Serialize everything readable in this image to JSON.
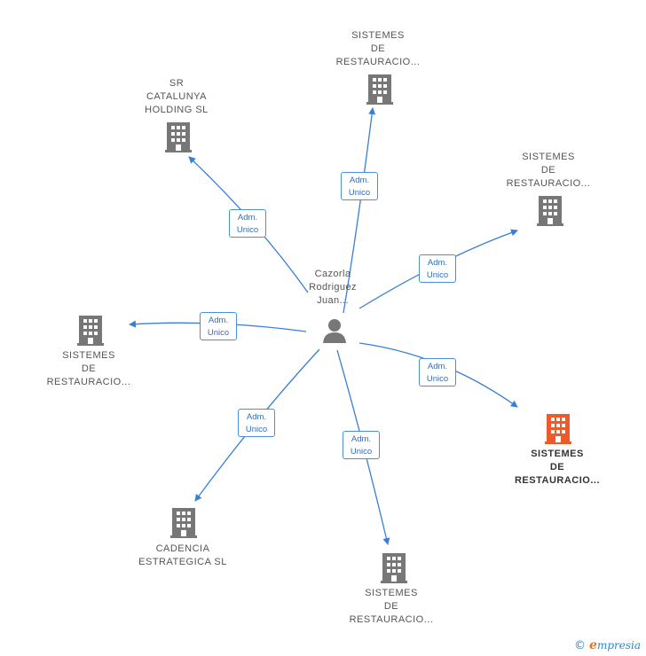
{
  "center": {
    "name": "Cazorla\nRodriguez\nJuan..."
  },
  "nodes": [
    {
      "id": "n1",
      "label": "SISTEMES\nDE\nRESTAURACIO...",
      "highlight": false
    },
    {
      "id": "n2",
      "label": "SR\nCATALUNYA\nHOLDING  SL",
      "highlight": false
    },
    {
      "id": "n3",
      "label": "SISTEMES\nDE\nRESTAURACIO...",
      "highlight": false
    },
    {
      "id": "n4",
      "label": "SISTEMES\nDE\nRESTAURACIO...",
      "highlight": false
    },
    {
      "id": "n5",
      "label": "SISTEMES\nDE\nRESTAURACIO...",
      "highlight": true
    },
    {
      "id": "n6",
      "label": "CADENCIA\nESTRATEGICA SL",
      "highlight": false
    },
    {
      "id": "n7",
      "label": "SISTEMES\nDE\nRESTAURACIO...",
      "highlight": false
    }
  ],
  "edges": [
    {
      "to": "n1",
      "label": "Adm.\nUnico"
    },
    {
      "to": "n2",
      "label": "Adm.\nUnico"
    },
    {
      "to": "n3",
      "label": "Adm.\nUnico"
    },
    {
      "to": "n4",
      "label": "Adm.\nUnico"
    },
    {
      "to": "n5",
      "label": "Adm.\nUnico"
    },
    {
      "to": "n6",
      "label": "Adm.\nUnico"
    },
    {
      "to": "n7",
      "label": "Adm.\nUnico"
    }
  ],
  "footer": {
    "copyright": "©",
    "brand_initial": "e",
    "brand_rest": "mpresia"
  },
  "colors": {
    "edge": "#3a7fd5",
    "building": "#777777",
    "building_highlight": "#f05a2a",
    "label_border": "#4a8fd8"
  }
}
